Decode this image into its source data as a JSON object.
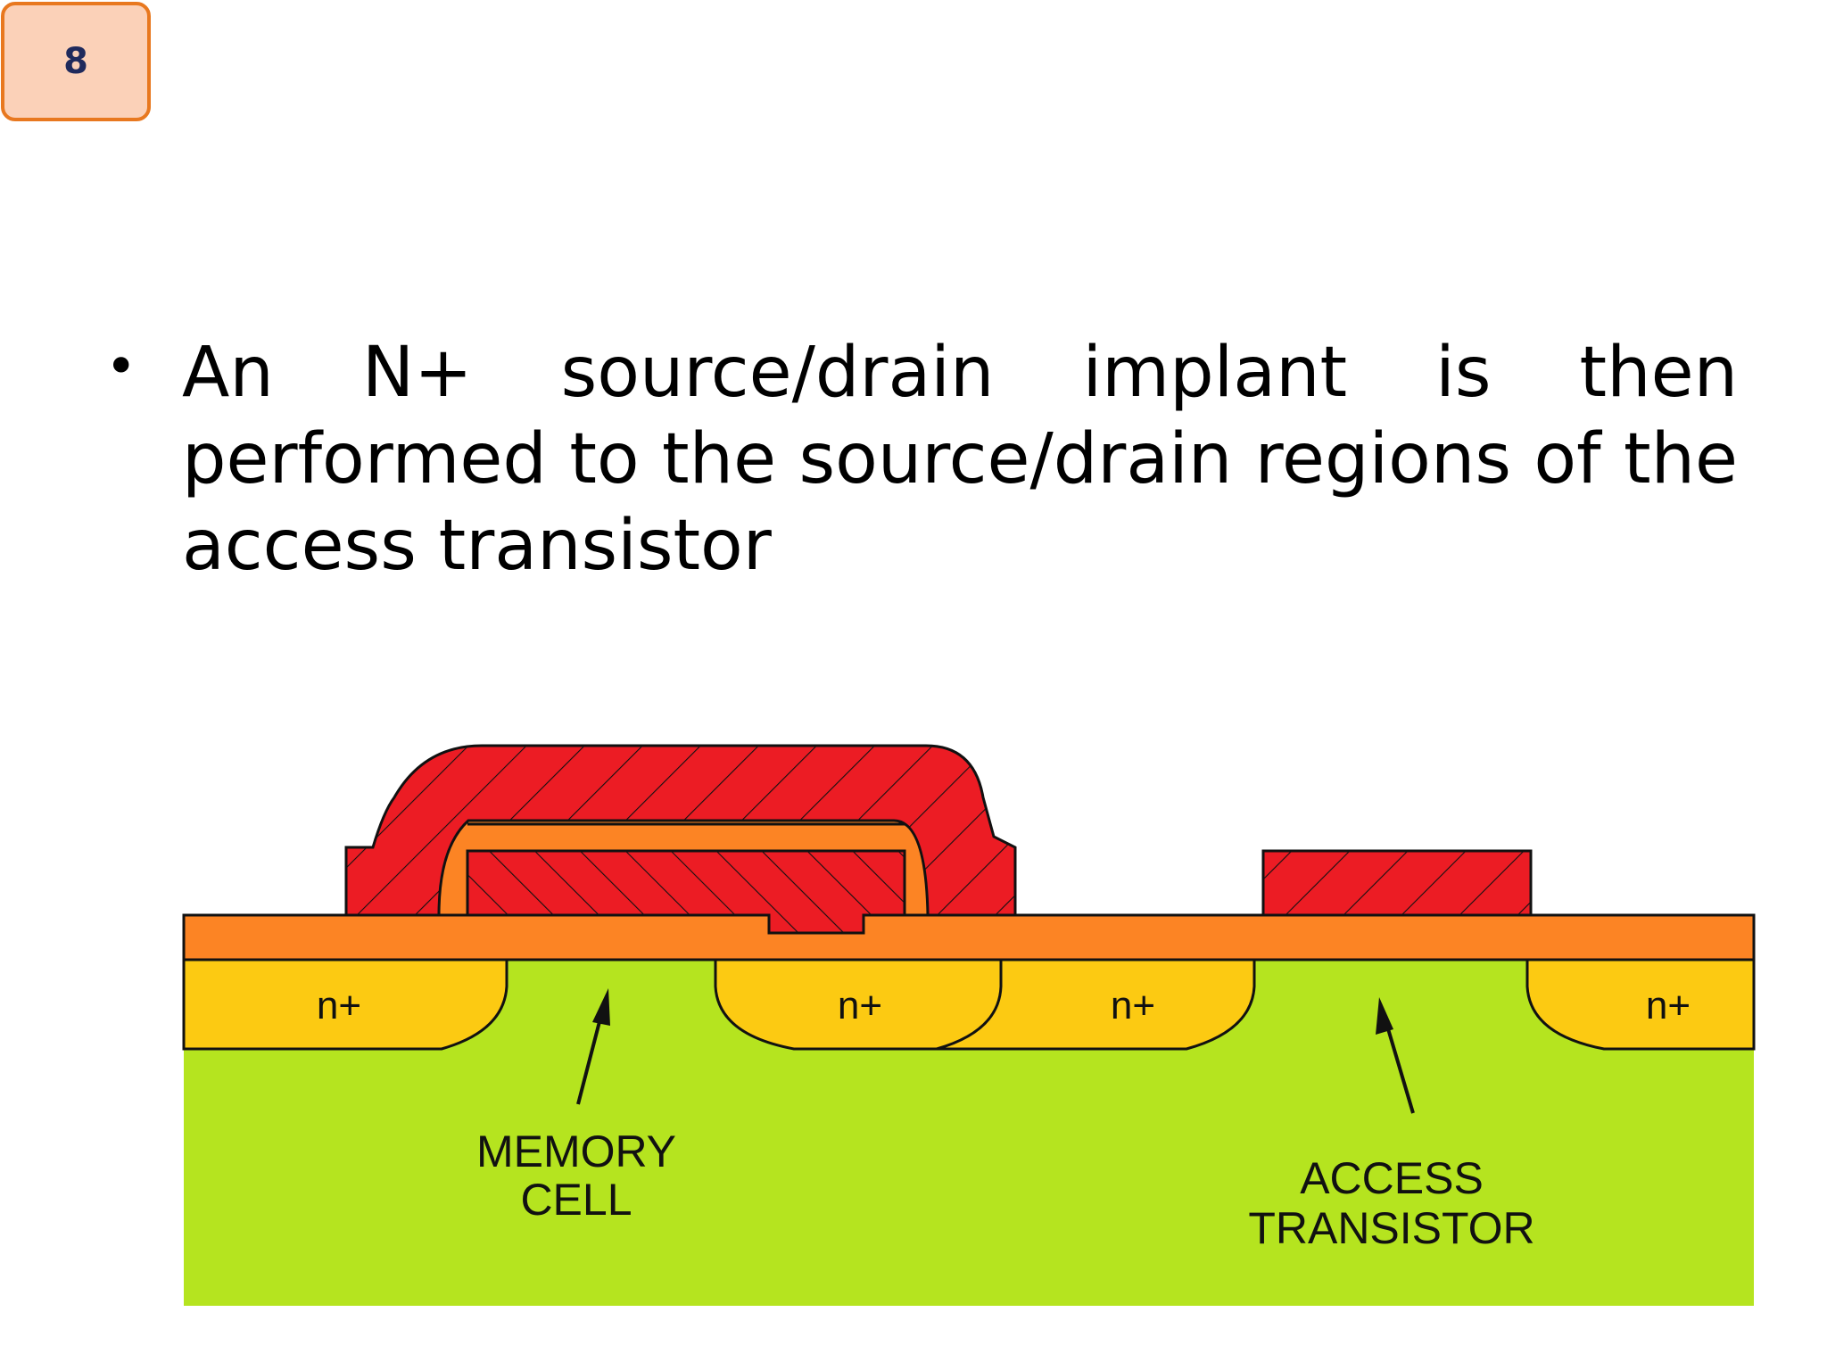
{
  "page_number": "8",
  "bullet": {
    "text": "An N+ source/drain implant is then performed to the source/drain regions of the access transistor"
  },
  "diagram": {
    "region_labels": [
      "n+",
      "n+",
      "n+",
      "n+"
    ],
    "memory_cell_label": [
      "MEMORY",
      "CELL"
    ],
    "access_transistor_label": [
      "ACCESS",
      "TRANSISTOR"
    ],
    "colors": {
      "substrate": "#b5e41f",
      "n_plus": "#fcca12",
      "oxide": "#fc8424",
      "poly": "#ec1c24",
      "outline": "#111111"
    }
  }
}
